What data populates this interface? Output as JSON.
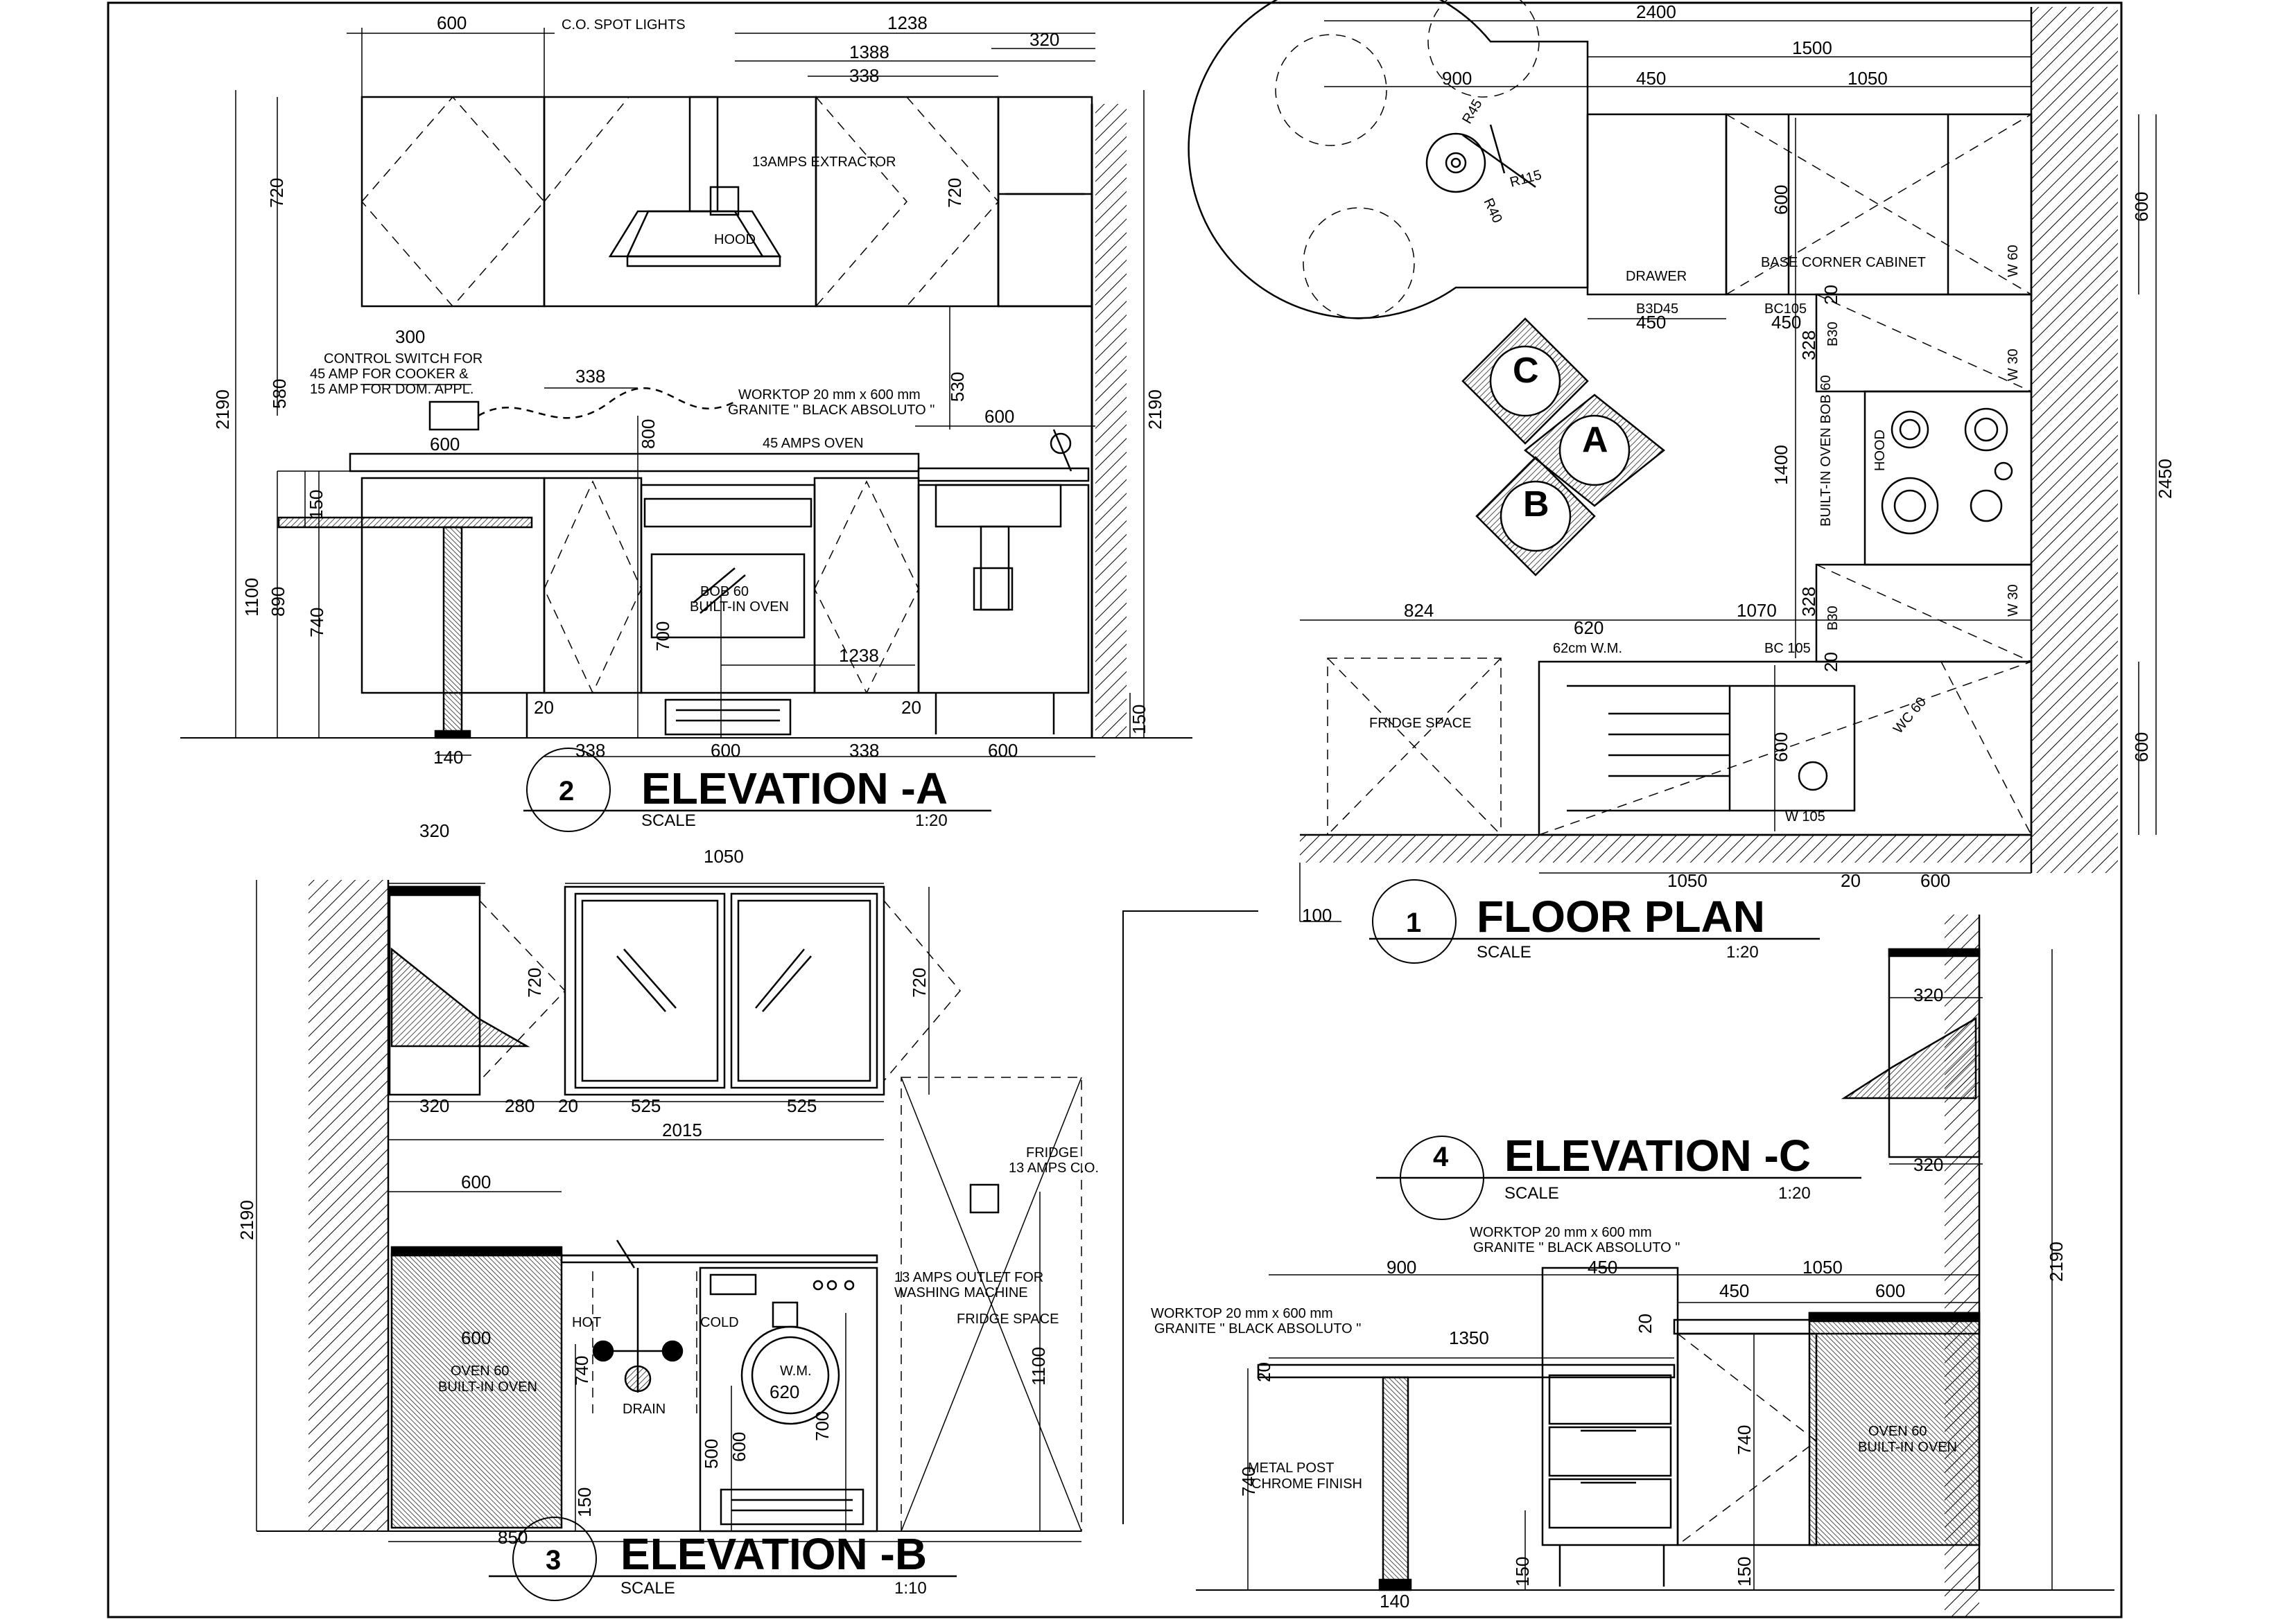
{
  "views": {
    "floor_plan": {
      "number": "1",
      "title": "FLOOR PLAN",
      "scale_label": "SCALE",
      "scale": "1:20"
    },
    "elevation_a": {
      "number": "2",
      "title": "ELEVATION -A",
      "scale_label": "SCALE",
      "scale": "1:20"
    },
    "elevation_b": {
      "number": "3",
      "title": "ELEVATION -B",
      "scale_label": "SCALE",
      "scale": "1:10"
    },
    "elevation_c": {
      "number": "4",
      "title": "ELEVATION -C",
      "scale_label": "SCALE",
      "scale": "1:20"
    }
  },
  "section_markers": [
    "A",
    "B",
    "C"
  ],
  "floor_plan_labels": {
    "drawer": "DRAWER",
    "base_corner": "BASE CORNER CABINET",
    "b3d45": "B3D45",
    "bc105": "BC105",
    "bc105b": "BC 105",
    "b30a": "B30",
    "b30b": "B30",
    "w30a": "W 30",
    "w30b": "W 30",
    "w60": "W 60",
    "wc60": "WC 60",
    "w105": "W 105",
    "hood": "HOOD",
    "oven": "BUILT-IN OVEN BOB 60",
    "fridge": "FRIDGE SPACE",
    "wm": "62cm W.M.",
    "r45": "R45",
    "r115": "R115",
    "r40": "R40",
    "dims": {
      "d2400": "2400",
      "d1500": "1500",
      "d900": "900",
      "d450": "450",
      "d1050": "1050",
      "d600a": "600",
      "d600b": "600",
      "d600c": "600",
      "d20a": "20",
      "d20b": "20",
      "d328a": "328",
      "d450b": "450",
      "d1400": "1400",
      "d328b": "328",
      "d2450": "2450",
      "d824": "824",
      "d620": "620",
      "d1070": "1070",
      "d600d": "600",
      "d1050b": "1050",
      "d20c": "20",
      "d600e": "600",
      "d100": "100"
    }
  },
  "elevation_a_labels": {
    "spot": "C.O. SPOT LIGHTS",
    "extractor": "13AMPS EXTRACTOR",
    "hood": "HOOD",
    "control": [
      "CONTROL SWITCH FOR",
      "45 AMP FOR COOKER &",
      "15 AMP FOR DOM. APPL."
    ],
    "worktop": [
      "WORKTOP 20 mm x 600 mm",
      "GRANITE \" BLACK ABSOLUTO \""
    ],
    "oven45": "45 AMPS OVEN",
    "bob": [
      "BOB 60",
      "BUILT-IN OVEN"
    ],
    "dims": {
      "t600": "600",
      "t1238": "1238",
      "t1388": "1388",
      "t320": "320",
      "t338": "338",
      "v720a": "720",
      "v720b": "720",
      "v2190a": "2190",
      "v2190b": "2190",
      "v580": "580",
      "h300": "300",
      "h338": "338",
      "v800": "800",
      "v530": "530",
      "h600a": "600",
      "h600b": "600",
      "v150a": "150",
      "v1100": "1100",
      "v890": "890",
      "v740": "740",
      "v700": "700",
      "h1238": "1238",
      "d20a": "20",
      "d20b": "20",
      "v150b": "150",
      "b140": "140",
      "b338a": "338",
      "b600": "600",
      "b338b": "338",
      "b600b": "600"
    }
  },
  "elevation_b_labels": {
    "fridge_co": [
      "FRIDGE",
      "13 AMPS C.O."
    ],
    "outlet": [
      "13 AMPS OUTLET FOR",
      "WASHING MACHINE"
    ],
    "fridge_space": "FRIDGE SPACE",
    "oven": [
      "OVEN 60",
      "BUILT-IN OVEN"
    ],
    "hot": "HOT",
    "cold": "COLD",
    "drain": "DRAIN",
    "wm": "W.M.",
    "dims": {
      "t320": "320",
      "t1050": "1050",
      "v720a": "720",
      "v720b": "720",
      "b320": "320",
      "b280": "280",
      "b20": "20",
      "b525a": "525",
      "b525b": "525",
      "w2015": "2015",
      "v2190": "2190",
      "h600": "600",
      "h600b": "600",
      "v740": "740",
      "h620": "620",
      "v700": "700",
      "v500": "500",
      "v600": "600",
      "v150": "150",
      "v1100": "1100",
      "b850": "850"
    }
  },
  "elevation_c_labels": {
    "worktop_top": [
      "WORKTOP 20 mm x 600 mm",
      "GRANITE \" BLACK ABSOLUTO \""
    ],
    "worktop_left": [
      "WORKTOP 20 mm x 600 mm",
      "GRANITE \" BLACK ABSOLUTO \""
    ],
    "post": [
      "METAL POST",
      "CHROME FINISH"
    ],
    "oven": [
      "OVEN 60",
      "BUILT-IN OVEN"
    ],
    "dims": {
      "t900": "900",
      "t450": "450",
      "t1050": "1050",
      "t450b": "450",
      "t600": "600",
      "w1350": "1350",
      "d20": "20",
      "v20": "20",
      "v740a": "740",
      "v740b": "740",
      "v150a": "150",
      "v150b": "150",
      "b140": "140",
      "v2190": "2190",
      "t320": "320",
      "b320": "320"
    }
  }
}
